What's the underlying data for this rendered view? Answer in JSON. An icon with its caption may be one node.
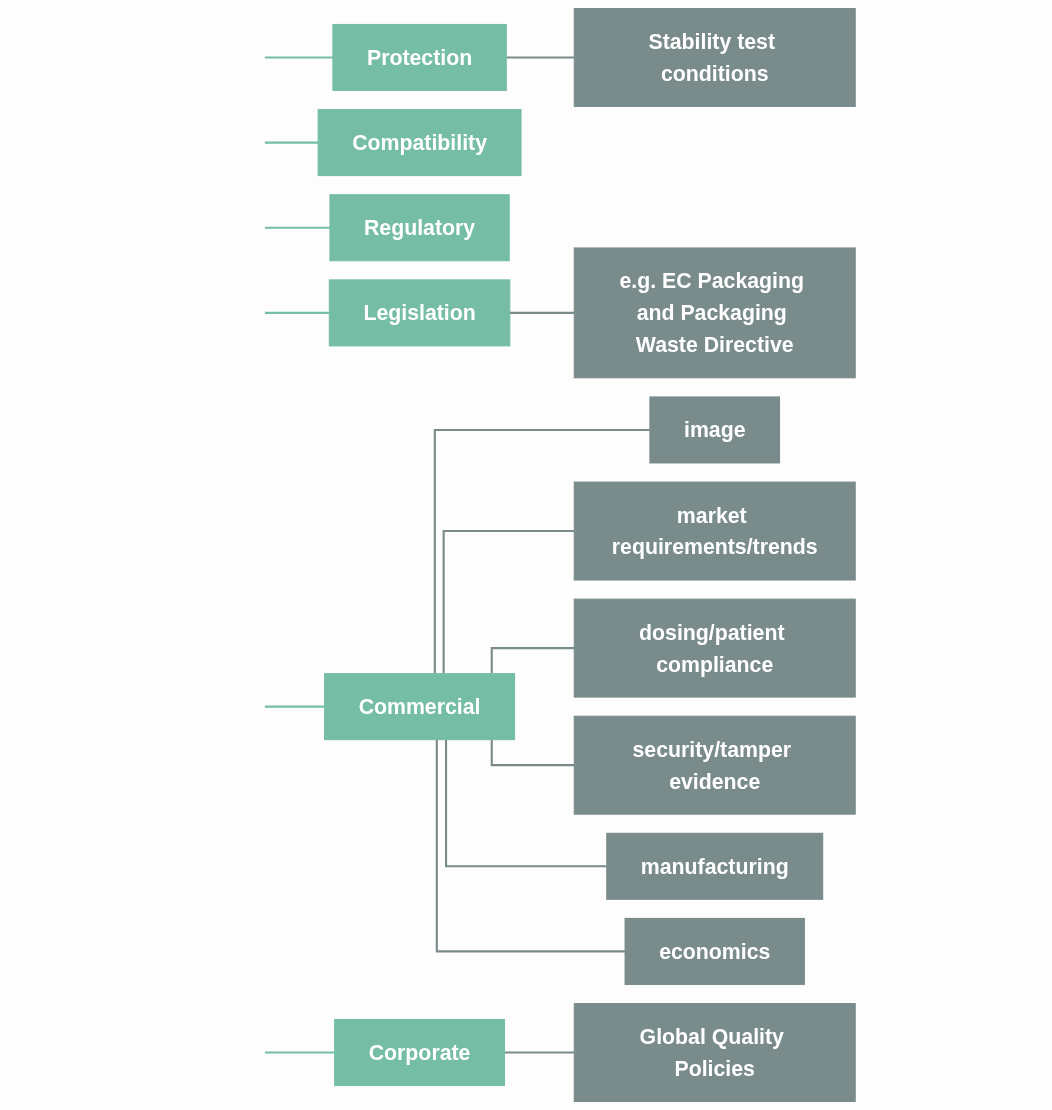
{
  "diagram": {
    "nodes": [
      {
        "text": [
          "Protection"
        ]
      },
      {
        "text": [
          "Stability test conditions"
        ]
      },
      {
        "text": [
          "Compatibility"
        ]
      },
      {
        "text": [
          "Regulatory"
        ]
      },
      {
        "text": [
          "Legislation"
        ]
      },
      {
        "text": [
          "e.g. EC Packaging and Packaging Waste Directive"
        ]
      },
      {
        "text": [
          "Commercial"
        ]
      },
      {
        "text": [
          "image"
        ]
      },
      {
        "text": [
          "market requirements/trends"
        ]
      },
      {
        "text": [
          "dosing/patient compliance"
        ]
      },
      {
        "text": [
          "security/tamper evidence"
        ]
      },
      {
        "text": [
          "manufacturing"
        ]
      },
      {
        "text": [
          "economics"
        ]
      },
      {
        "text": [
          "Corporate"
        ]
      },
      {
        "text": [
          "Global Quality Policies"
        ]
      }
    ],
    "edges": [
      {
        "from": null,
        "to": 0,
        "arrow": "none",
        "color": "#75bea5"
      },
      {
        "from": null,
        "to": 2,
        "arrow": "none",
        "color": "#75bea5"
      },
      {
        "from": null,
        "to": 3,
        "arrow": "none",
        "color": "#75bea5"
      },
      {
        "from": null,
        "to": 4,
        "arrow": "none",
        "color": "#75bea5"
      },
      {
        "from": null,
        "to": 6,
        "arrow": "none",
        "color": "#75bea5"
      },
      {
        "from": null,
        "to": 13,
        "arrow": "none",
        "color": "#75bea5"
      },
      {
        "from": 0,
        "to": 1,
        "arrow": "none"
      },
      {
        "from": 4,
        "to": 5,
        "arrow": "none"
      },
      {
        "from": 6,
        "to": 7,
        "arrow": "none"
      },
      {
        "from": 6,
        "to": 8,
        "arrow": "none"
      },
      {
        "from": 6,
        "to": 9,
        "arrow": "none"
      },
      {
        "from": 6,
        "to": 10,
        "arrow": "none"
      },
      {
        "from": 6,
        "to": 11,
        "arrow": "none"
      },
      {
        "from": 6,
        "to": 12,
        "arrow": "none"
      },
      {
        "from": 13,
        "to": 14,
        "arrow": "none"
      }
    ]
  }
}
